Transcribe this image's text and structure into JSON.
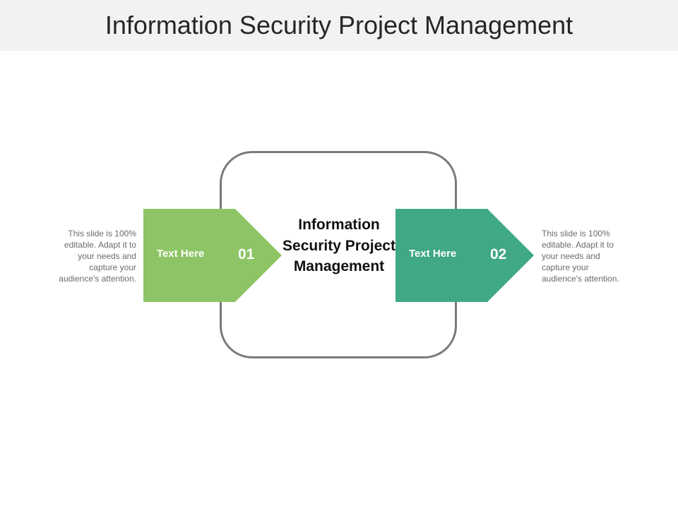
{
  "title": "Information Security Project Management",
  "center_label": "Information Security Project Management",
  "steps": [
    {
      "label": "Text Here",
      "number": "01",
      "color": "#8dc465"
    },
    {
      "label": "Text Here",
      "number": "02",
      "color": "#40a886"
    }
  ],
  "side_notes": [
    "This slide is 100% editable. Adapt it to your needs and capture your audience's attention.",
    "This slide is 100% editable. Adapt it to your needs and capture your audience's attention."
  ],
  "colors": {
    "title_bar": "#f2f2f2",
    "frame_border": "#7a7a7a"
  }
}
